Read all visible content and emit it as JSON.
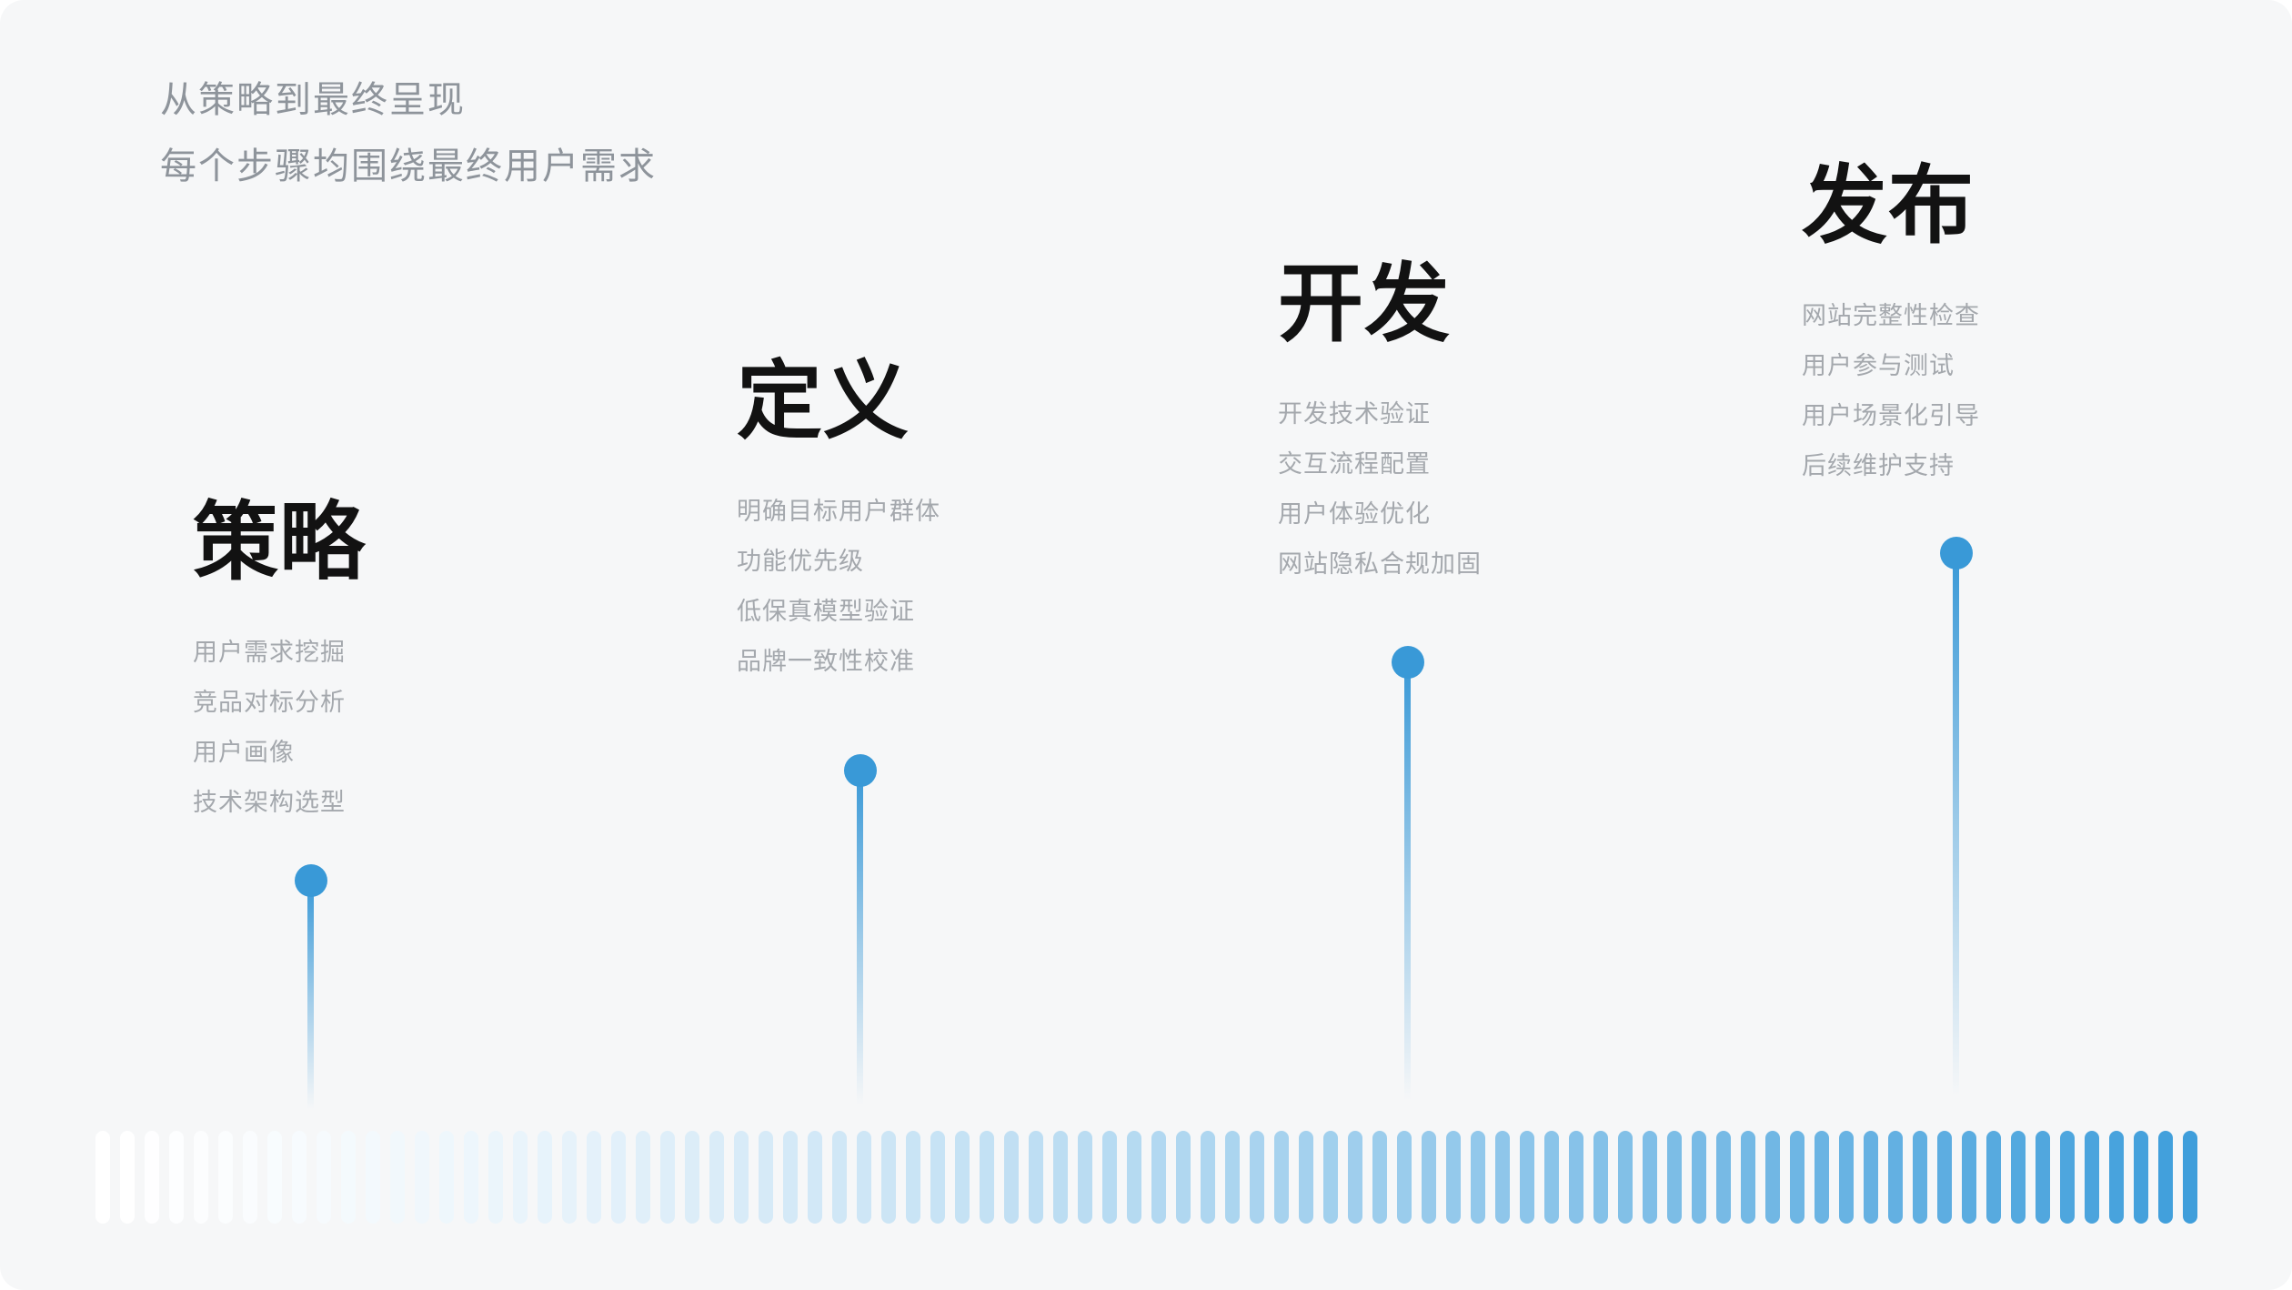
{
  "header": {
    "line1": "从策略到最终呈现",
    "line2": "每个步骤均围绕最终用户需求"
  },
  "stages": [
    {
      "title": "策略",
      "items": [
        "用户需求挖掘",
        "竞品对标分析",
        "用户画像",
        "技术架构选型"
      ]
    },
    {
      "title": "定义",
      "items": [
        "明确目标用户群体",
        "功能优先级",
        "低保真模型验证",
        "品牌一致性校准"
      ]
    },
    {
      "title": "开发",
      "items": [
        "开发技术验证",
        "交互流程配置",
        "用户体验优化",
        "网站隐私合规加固"
      ]
    },
    {
      "title": "发布",
      "items": [
        "网站完整性检查",
        "用户参与测试",
        "用户场景化引导",
        "后续维护支持"
      ]
    }
  ],
  "timeline": {
    "bar_count": 86,
    "marker_icon": "dot"
  },
  "colors": {
    "background": "#f6f7f8",
    "header_text": "#8e949b",
    "stage_title": "#121212",
    "stage_item": "#a4a8ad",
    "accent": "#3999d7",
    "bar_start": "#ffffff",
    "bar_end": "#3f9edb"
  }
}
